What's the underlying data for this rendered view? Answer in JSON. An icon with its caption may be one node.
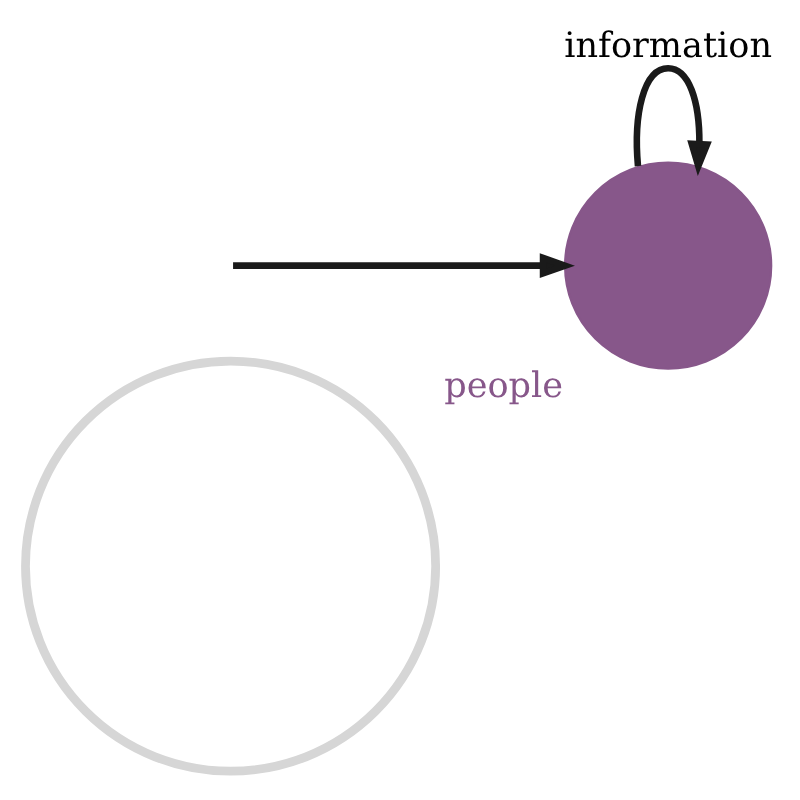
{
  "diagram": {
    "nodes": [
      {
        "text": [],
        "shape": "circle"
      },
      {
        "text": [],
        "shape": "circle",
        "beside": [
          "people"
        ]
      }
    ],
    "edges": [
      {
        "from": 1,
        "to": 1,
        "arrow": "to",
        "label": "information"
      },
      {
        "from": null,
        "to": 1,
        "arrow": "to"
      }
    ]
  }
}
